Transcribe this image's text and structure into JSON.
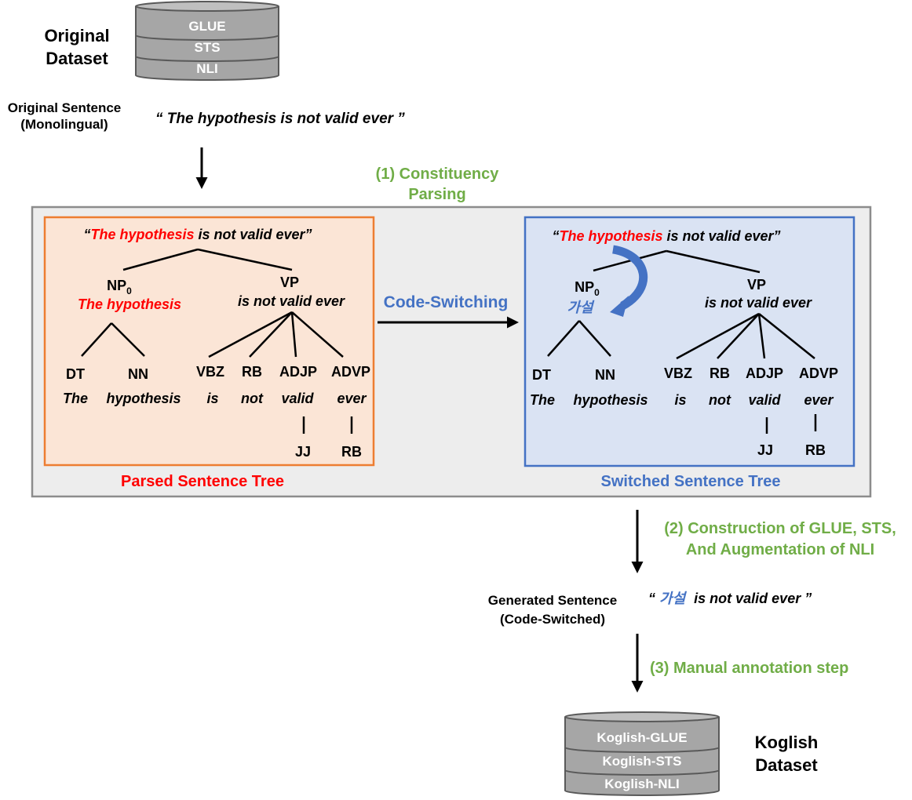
{
  "original": {
    "title_line1": "Original",
    "title_line2": "Dataset",
    "db": [
      "GLUE",
      "STS",
      "NLI"
    ]
  },
  "original_sentence": {
    "label_line1": "Original Sentence",
    "label_line2": "(Monolingual)",
    "text": "“ The hypothesis is not valid ever ”"
  },
  "step1": {
    "line1": "(1) Constituency",
    "line2": "Parsing"
  },
  "code_switching_label": "Code-Switching",
  "parsed_tree": {
    "caption": "Parsed Sentence Tree",
    "sentence_open": "“",
    "sentence_red": "The hypothesis",
    "sentence_rest": " is not valid ever”",
    "np": "NP",
    "np_sub": "0",
    "np_text": "The hypothesis",
    "vp": "VP",
    "vp_text": "is not valid ever",
    "tags": [
      "DT",
      "NN",
      "VBZ",
      "RB",
      "ADJP",
      "ADVP"
    ],
    "words": [
      "The",
      "hypothesis",
      "is",
      "not",
      "valid",
      "ever"
    ],
    "subtags": [
      "JJ",
      "RB"
    ]
  },
  "switched_tree": {
    "caption": "Switched Sentence Tree",
    "sentence_open": "“",
    "sentence_red": "The hypothesis",
    "sentence_rest": " is not valid ever”",
    "np": "NP",
    "np_sub": "0",
    "np_text": "가설",
    "vp": "VP",
    "vp_text": "is not valid ever",
    "tags": [
      "DT",
      "NN",
      "VBZ",
      "RB",
      "ADJP",
      "ADVP"
    ],
    "words": [
      "The",
      "hypothesis",
      "is",
      "not",
      "valid",
      "ever"
    ],
    "subtags": [
      "JJ",
      "RB"
    ]
  },
  "step2": {
    "line1": "(2) Construction of GLUE, STS,",
    "line2": "And Augmentation of NLI"
  },
  "generated_sentence": {
    "label_line1": "Generated Sentence",
    "label_line2": "(Code-Switched)",
    "open": "“",
    "korean": "가설",
    "rest": "is not valid ever ”"
  },
  "step3": "(3) Manual annotation step",
  "koglish": {
    "title_line1": "Koglish",
    "title_line2": "Dataset",
    "db": [
      "Koglish-GLUE",
      "Koglish-STS",
      "Koglish-NLI"
    ]
  },
  "colors": {
    "green": "#70AD47",
    "blue": "#4472C4",
    "red": "#FF0000",
    "orange": "#ED7D31",
    "orange_fill": "#FBE5D6",
    "blue_fill": "#DAE3F3",
    "panel_fill": "#EDEDED",
    "db_fill": "#A6A6A6"
  }
}
